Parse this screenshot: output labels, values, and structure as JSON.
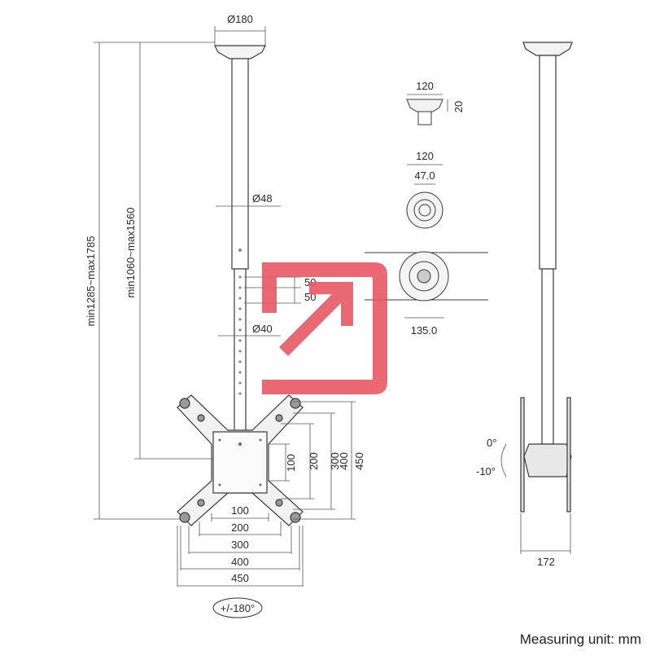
{
  "dimensions": {
    "ceiling_plate_dia": "Ø180",
    "inner_pole_dia": "Ø48",
    "lower_pole_dia": "Ø40",
    "total_height": "min1285~max1785",
    "pole_height": "min1060~max1560",
    "hole_step_1": "50",
    "hole_step_2": "50",
    "vesa_v_100": "100",
    "vesa_v_200": "200",
    "vesa_v_300": "300",
    "vesa_v_400": "400",
    "vesa_v_450": "450",
    "vesa_h_100": "100",
    "vesa_h_200": "200",
    "vesa_h_300": "300",
    "vesa_h_400": "400",
    "vesa_h_450": "450",
    "rotation": "+/-180°",
    "cap_width": "120",
    "cap_height": "20",
    "flange_outer": "120",
    "flange_inner": "47.0",
    "clamp_width": "135.0",
    "tilt_up": "0°",
    "tilt_down": "-10°",
    "side_depth": "172"
  },
  "footer": {
    "unit_note": "Measuring unit: mm"
  },
  "colors": {
    "line": "#3a3a3a",
    "dim_line": "#555555",
    "watermark": "#e8545e"
  }
}
